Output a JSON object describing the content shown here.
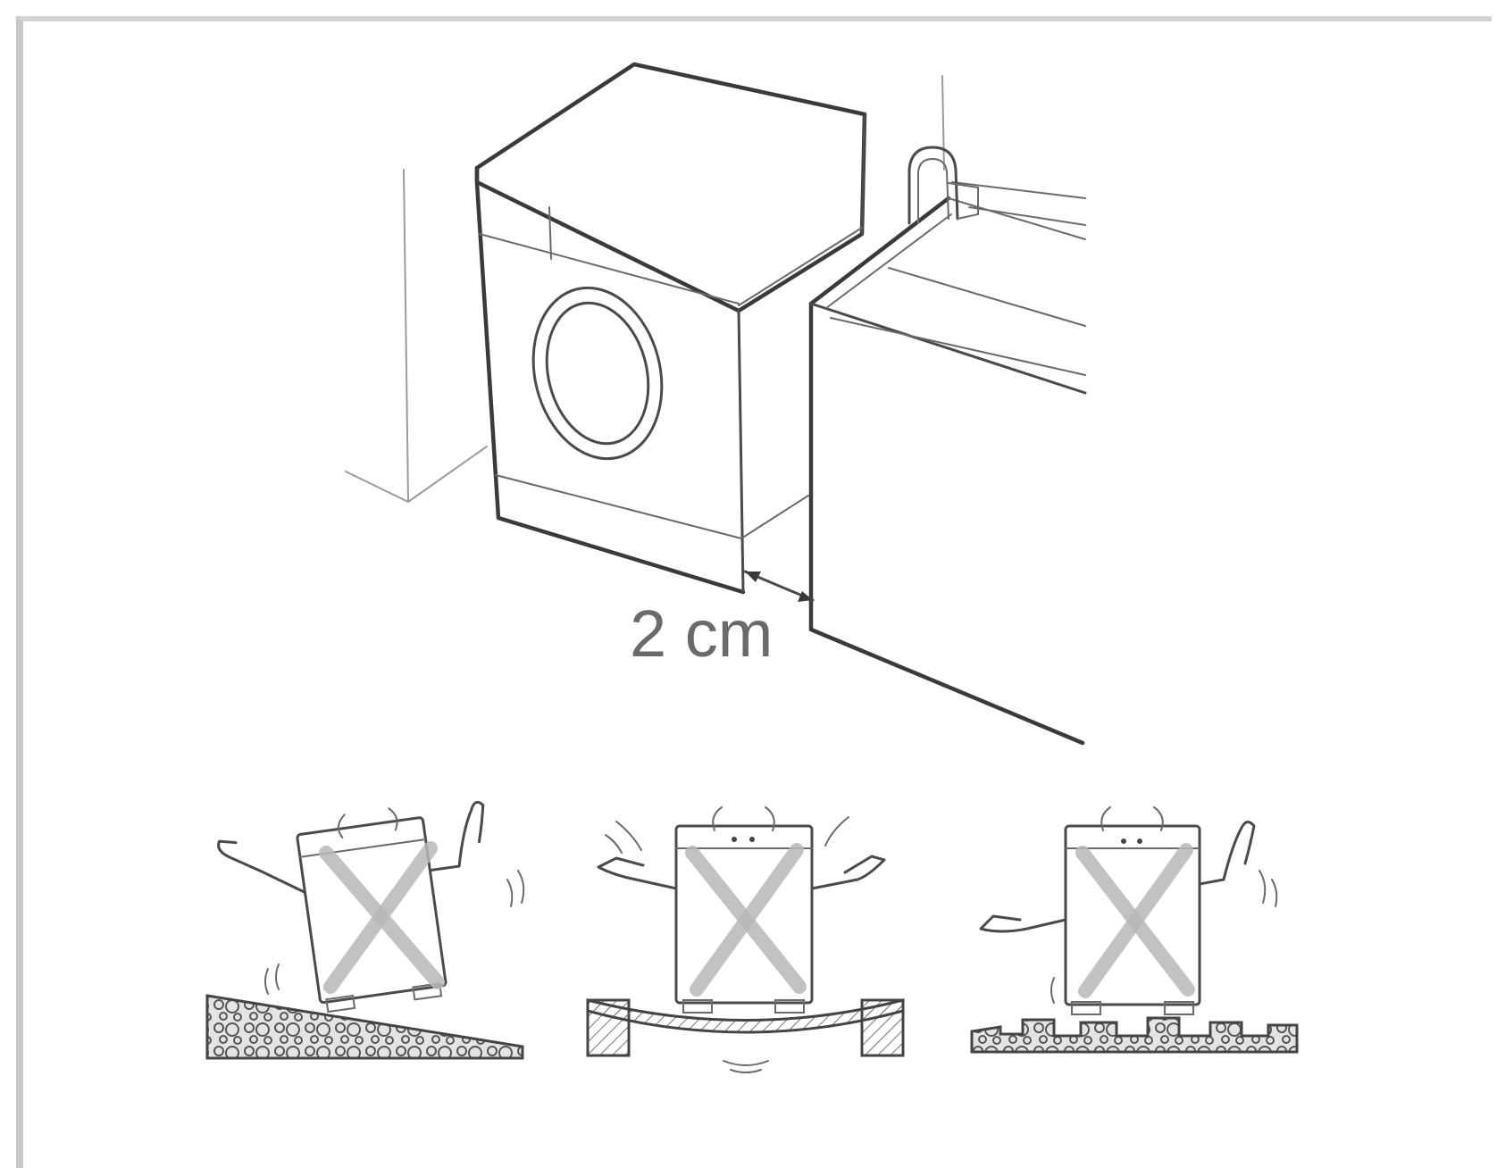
{
  "dimension": {
    "gap_label": "2 cm"
  },
  "warnings": [
    {
      "surface": "uneven-rocky-slope"
    },
    {
      "surface": "sagging-floor"
    },
    {
      "surface": "bumpy-floor"
    }
  ]
}
